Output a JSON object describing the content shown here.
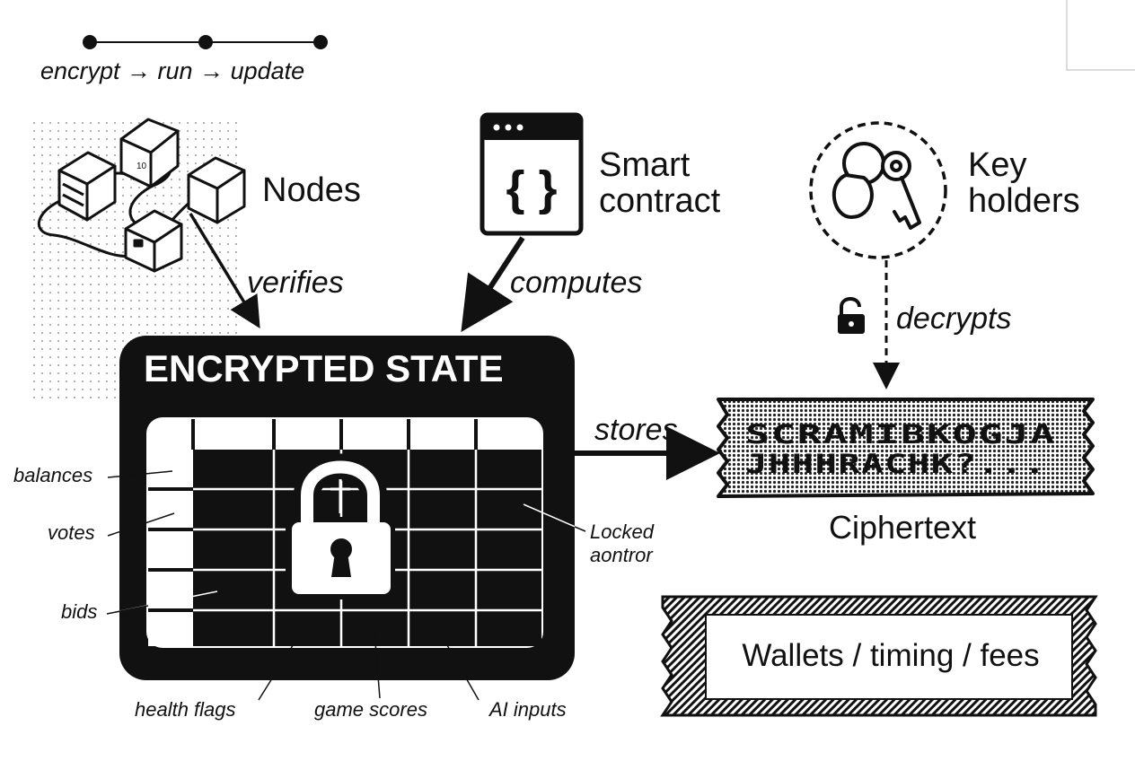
{
  "flow": {
    "label": "encrypt → run → update"
  },
  "nodes": {
    "label": "Nodes",
    "icon": "server-cubes-icon",
    "verb": "verifies",
    "badge": "10"
  },
  "contract": {
    "label_line1": "Smart",
    "label_line2": "contract",
    "icon": "code-window-icon",
    "braces": "{ }",
    "verb": "computes"
  },
  "keys": {
    "label_line1": "Key",
    "label_line2": "holders",
    "icon": "keys-icon",
    "verb": "decrypts",
    "lock_icon": "unlock-icon"
  },
  "state": {
    "title": "ENCRYPTED STATE",
    "verb": "stores",
    "icon": "padlock-icon",
    "left_labels": [
      "balances",
      "votes",
      "bids"
    ],
    "right_label_line1": "Locked",
    "right_label_line2": "aontror",
    "bottom_labels": [
      "health flags",
      "game scores",
      "AI inputs"
    ]
  },
  "ciphertext": {
    "line1": "SCRAMIBKOGJA",
    "line2": "JHHHRACHK?...",
    "label": "Ciphertext"
  },
  "metadata": {
    "label": "Wallets / timing / fees"
  },
  "colors": {
    "ink": "#111111",
    "paper": "#ffffff"
  }
}
